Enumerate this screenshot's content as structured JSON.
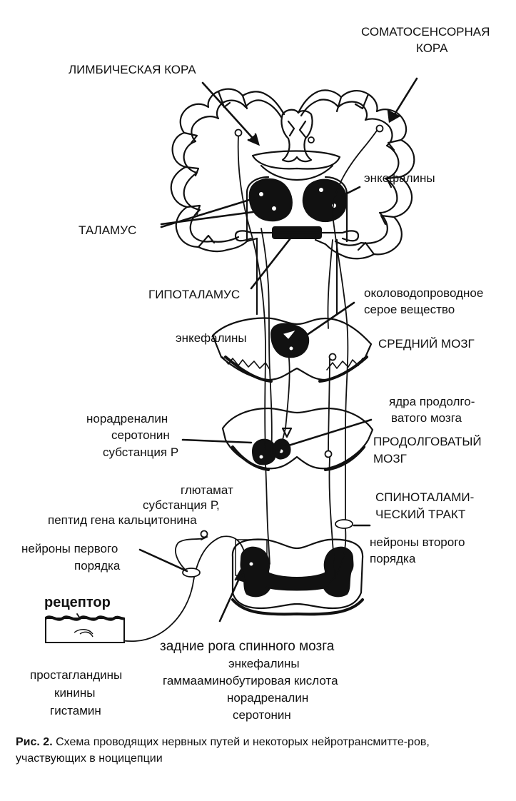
{
  "labels": {
    "somato_1": "СОМАТОСЕНСОРНАЯ",
    "somato_2": "КОРА",
    "limbic": "ЛИМБИЧЕСКАЯ КОРА",
    "enk_top": "энкефалины",
    "thalamus": "ТАЛАМУС",
    "hypothalamus": "ГИПОТАЛАМУС",
    "pag_1": "околоводопроводное",
    "pag_2": "серое вещество",
    "enk_mid": "энкефалины",
    "midbrain": "СРЕДНИЙ МОЗГ",
    "medulla_nuclei_1": "ядра продолго-",
    "medulla_nuclei_2": "ватого мозга",
    "norad": "норадреналин",
    "serotonin": "серотонин",
    "subst_p": "субстанция Р",
    "medulla_1": "ПРОДОЛГОВАТЫЙ",
    "medulla_2": "МОЗГ",
    "glut_1": "глютамат",
    "glut_2": "субстанция Р,",
    "glut_3": "пептид гена кальцитонина",
    "spino_1": "СПИНОТАЛАМИ-",
    "spino_2": "ЧЕСКИЙ ТРАКТ",
    "first_order_1": "нейроны первого",
    "first_order_2": "порядка",
    "second_order_1": "нейроны второго",
    "second_order_2": "порядка",
    "receptor": "рецептор",
    "dorsal_horn": "задние рога спинного мозга",
    "dh_1": "энкефалины",
    "dh_2": "гаммааминобутировая кислота",
    "dh_3": "норадреналин",
    "dh_4": "серотонин",
    "pg_1": "простагландины",
    "pg_2": "кинины",
    "pg_3": "гистамин"
  },
  "caption": {
    "prefix": "Рис. 2.",
    "text": " Схема проводящих нервных путей и некоторых нейротрансмитте-ров, участвующих в ноцицепции"
  }
}
